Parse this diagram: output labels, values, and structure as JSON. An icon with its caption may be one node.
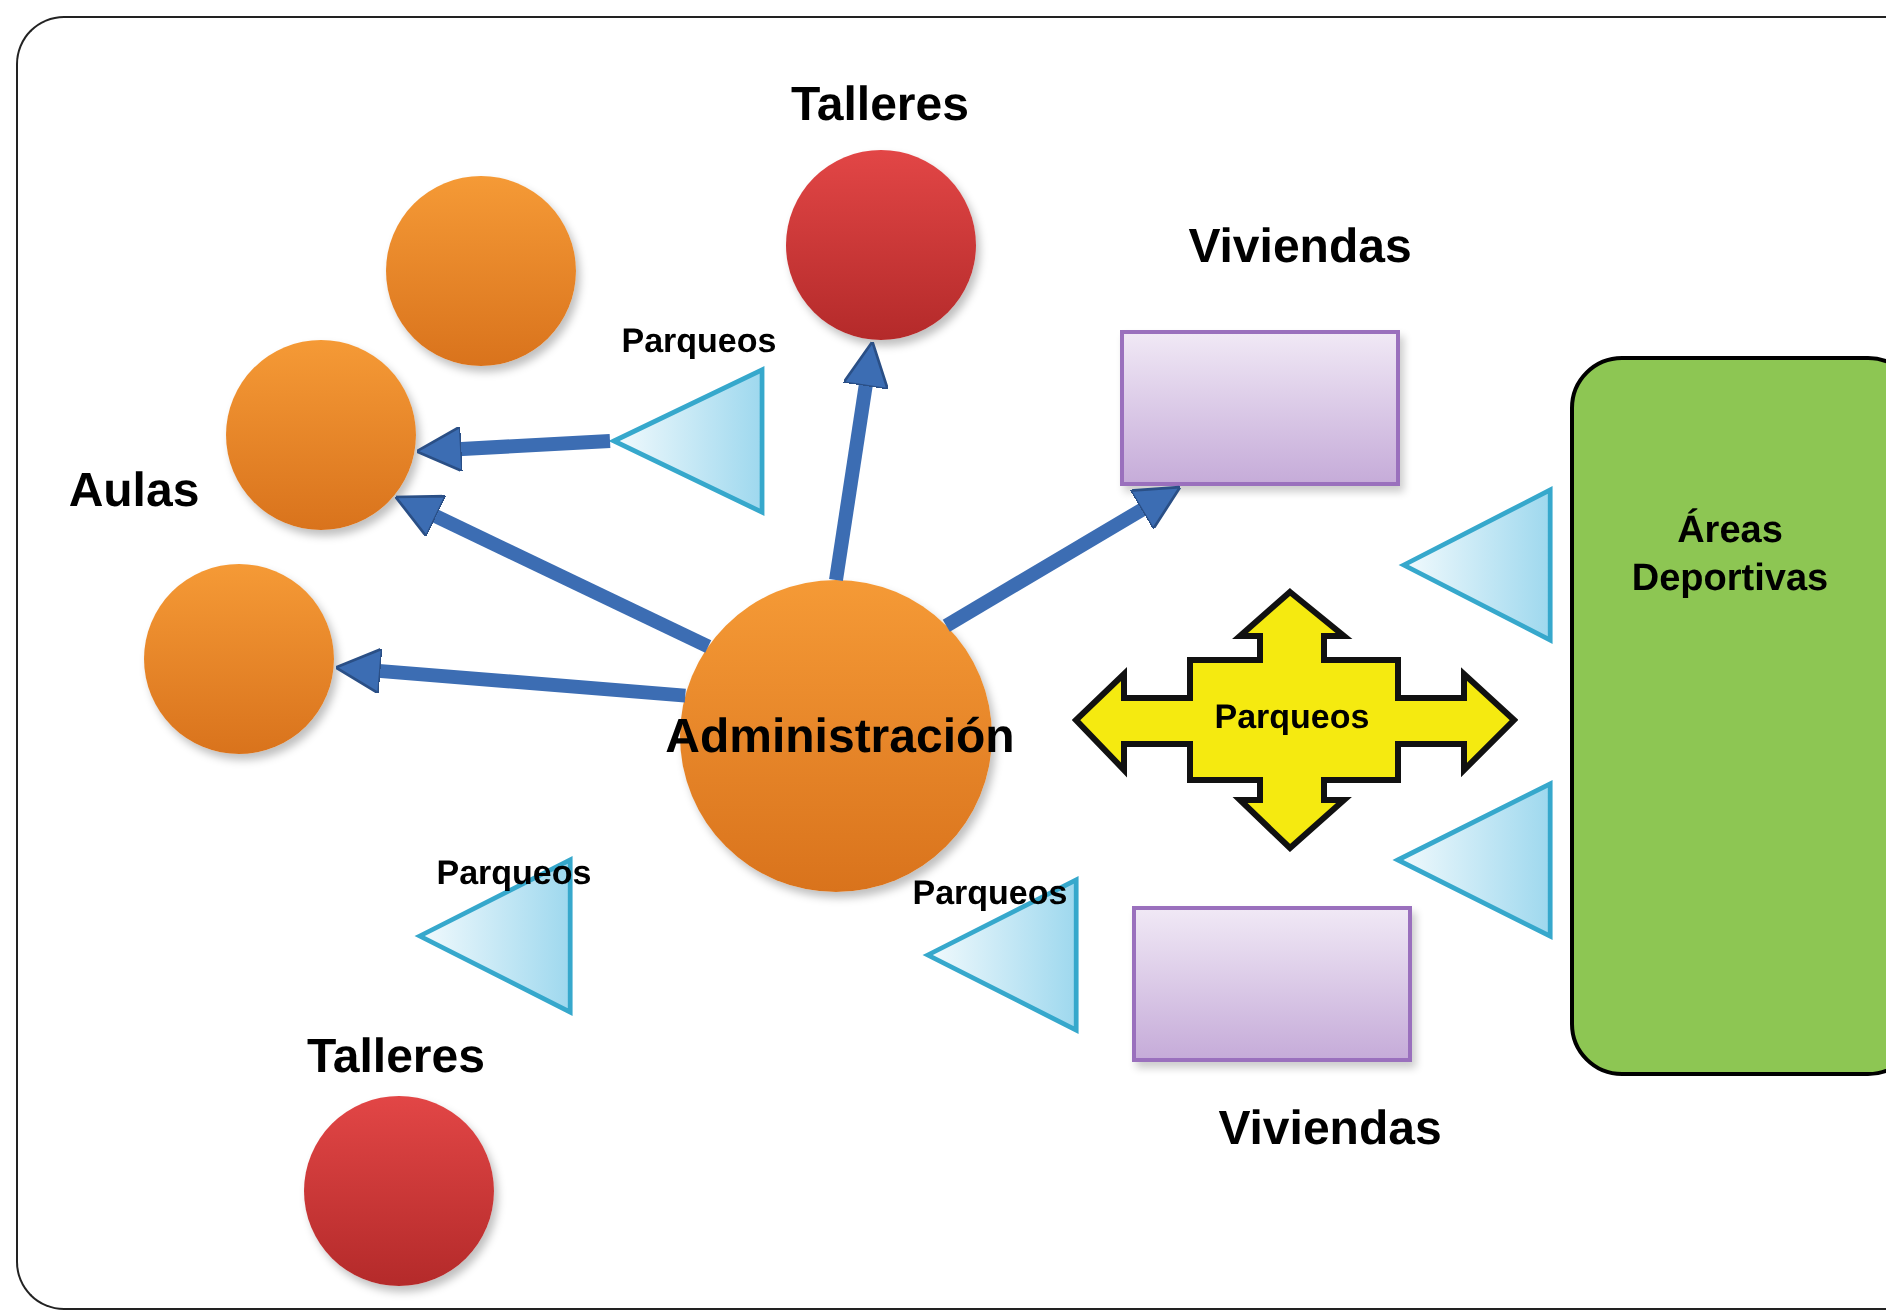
{
  "diagram": {
    "nodes": [
      {
        "text": [],
        "shape": "circle"
      },
      {
        "text": [],
        "shape": "circle",
        "beside": [
          "Aulas"
        ]
      },
      {
        "text": [],
        "shape": "circle"
      },
      {
        "text": [
          "Talleres"
        ]
      },
      {
        "text": [
          "Parqueos"
        ]
      },
      {
        "text": [
          "Viviendas"
        ]
      },
      {
        "text": [
          "Administración"
        ]
      },
      {
        "text": [
          "Parqueos"
        ]
      },
      {
        "text": [
          "Áreas Deportivas"
        ]
      },
      {
        "text": [],
        "shape": "triangle"
      },
      {
        "text": [],
        "shape": "triangle"
      },
      {
        "text": [
          "Parqueos"
        ]
      },
      {
        "text": [
          "Parqueos"
        ]
      },
      {
        "text": [
          "Viviendas"
        ]
      },
      {
        "text": [
          "Talleres"
        ]
      }
    ],
    "edges": [
      {
        "from": 4,
        "to": 1,
        "arrow": "to"
      },
      {
        "from": 6,
        "to": 1,
        "arrow": "to"
      },
      {
        "from": 6,
        "to": 2,
        "arrow": "to"
      },
      {
        "from": 6,
        "to": 3,
        "arrow": "to"
      },
      {
        "from": 6,
        "to": 5,
        "arrow": "to"
      }
    ]
  }
}
